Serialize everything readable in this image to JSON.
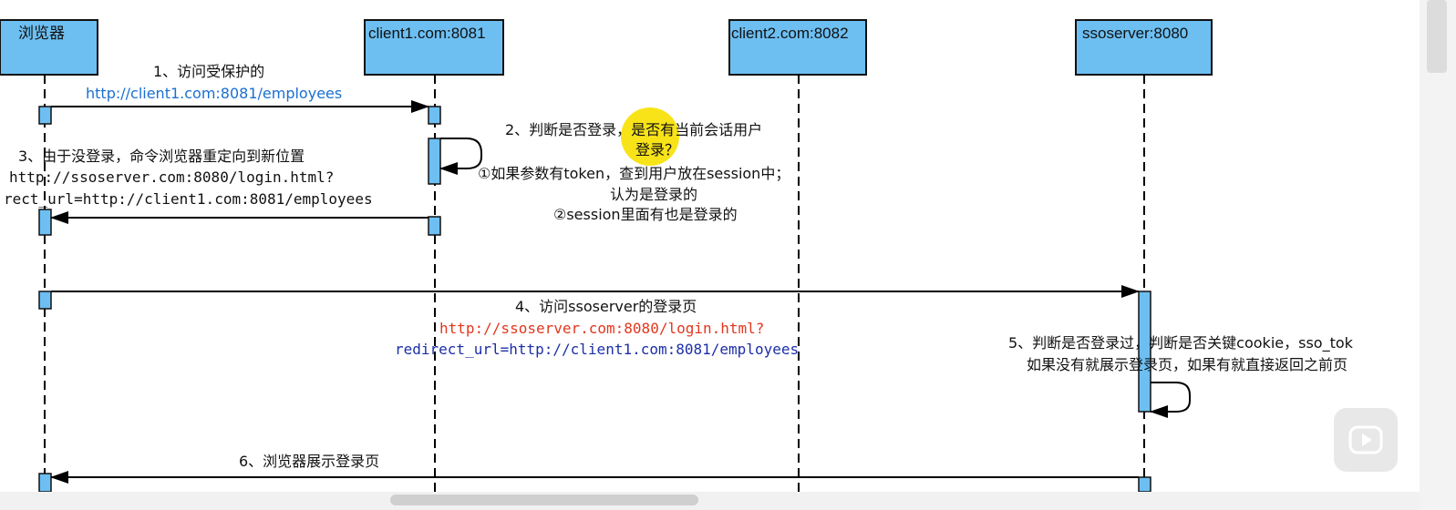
{
  "participants": [
    {
      "label": "浏览器"
    },
    {
      "label": "client1.com:8081"
    },
    {
      "label": "client2.com:8082"
    },
    {
      "label": "ssoserver:8080"
    }
  ],
  "messages": {
    "m1": {
      "line1": "1、访问受保护的",
      "url": "http://client1.com:8081/employees"
    },
    "m2": {
      "line1": "2、判断是否登录，是否有当前会话用户",
      "line2": "登录？",
      "line3": "①如果参数有token，查到用户放在session中；",
      "line4": "认为是登录的",
      "line5": "②session里面有也是登录的"
    },
    "m3": {
      "line1": "3、由于没登录，命令浏览器重定向到新位置",
      "line2": "http://ssoserver.com:8080/login.html?",
      "line3": "rect_url=http://client1.com:8081/employees"
    },
    "m4": {
      "line1": "4、访问ssoserver的登录页",
      "line2": "http://ssoserver.com:8080/login.html?",
      "line3": "redirect_url=http://client1.com:8081/employees"
    },
    "m5": {
      "line1": "5、判断是否登录过，判断是否关键cookie，sso_tok",
      "line2": "如果没有就展示登录页，如果有就直接返回之前页"
    },
    "m6": {
      "line1": "6、浏览器展示登录页"
    }
  },
  "colors": {
    "box_fill": "#6dbff2",
    "url_blue": "#1a6fd1",
    "url_red": "#e2371f",
    "url_navy": "#1c2fa8",
    "highlight": "#f7e000"
  },
  "icons": {
    "play": "play-icon"
  }
}
